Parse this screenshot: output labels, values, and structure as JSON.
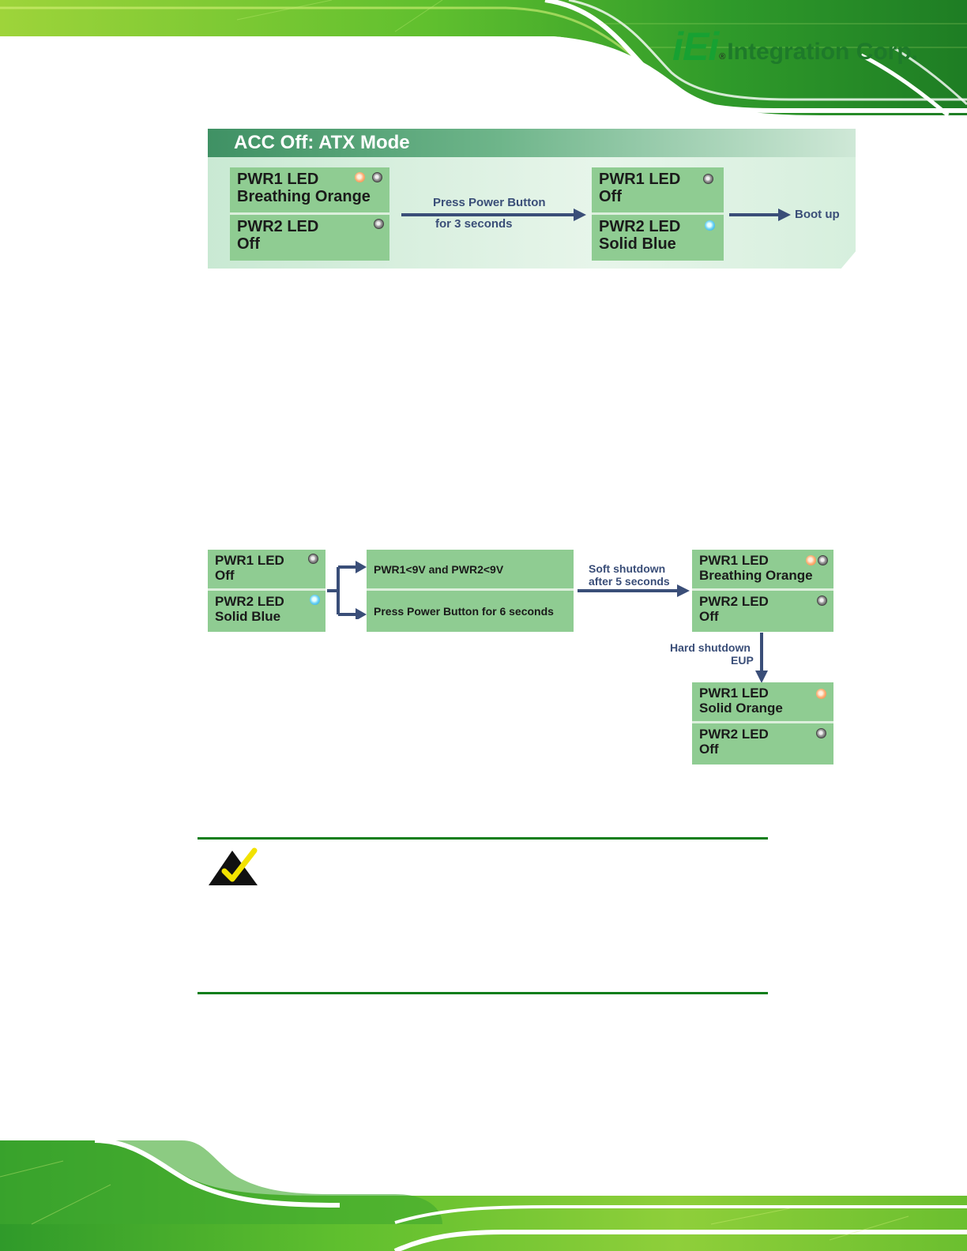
{
  "brand": {
    "mark": "iEi",
    "reg": "®",
    "name": "Integration Corp."
  },
  "atx": {
    "title": "ACC Off: ATX Mode",
    "before": {
      "pwr1": {
        "name": "PWR1 LED",
        "state": "Breathing Orange"
      },
      "pwr2": {
        "name": "PWR2 LED",
        "state": "Off"
      }
    },
    "action_line1": "Press Power Button",
    "action_line2": "for 3 seconds",
    "after": {
      "pwr1": {
        "name": "PWR1 LED",
        "state": "Off"
      },
      "pwr2": {
        "name": "PWR2 LED",
        "state": "Solid Blue"
      }
    },
    "result": "Boot up"
  },
  "shutdown": {
    "start": {
      "pwr1": {
        "name": "PWR1 LED",
        "state": "Off"
      },
      "pwr2": {
        "name": "PWR2 LED",
        "state": "Solid Blue"
      }
    },
    "condition1": "PWR1<9V and PWR2<9V",
    "condition2": "Press Power Button for 6 seconds",
    "soft_line1": "Soft shutdown",
    "soft_line2": "after 5 seconds",
    "soft_state": {
      "pwr1": {
        "name": "PWR1 LED",
        "state": "Breathing Orange"
      },
      "pwr2": {
        "name": "PWR2 LED",
        "state": "Off"
      }
    },
    "hard_line1": "Hard shutdown",
    "hard_line2": "EUP",
    "hard_state": {
      "pwr1": {
        "name": "PWR1 LED",
        "state": "Solid Orange"
      },
      "pwr2": {
        "name": "PWR2 LED",
        "state": "Off"
      }
    }
  },
  "colors": {
    "note_rule": "#0e7e1a",
    "box_green": "#8fcc92",
    "arrow": "#3a4e78"
  }
}
